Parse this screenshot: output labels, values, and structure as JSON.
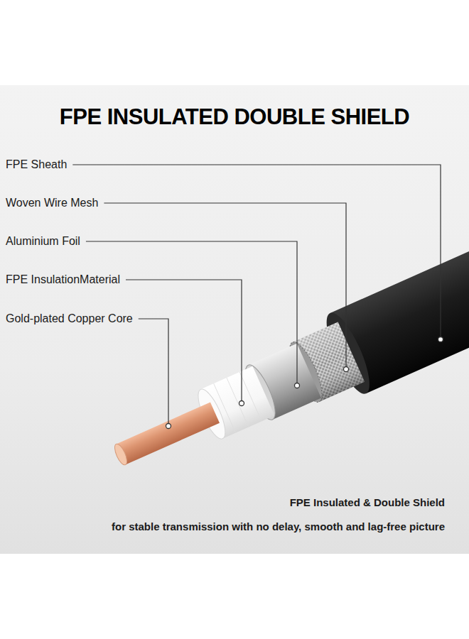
{
  "diagram": {
    "title": "FPE INSULATED DOUBLE SHIELD",
    "labels": [
      "FPE Sheath",
      "Woven Wire Mesh",
      "Aluminium Foil",
      "FPE InsulationMaterial",
      "Gold-plated Copper Core",
      "FPE Insulated & Double Shield",
      "for stable transmission with no delay, smooth and lag-free picture"
    ]
  }
}
